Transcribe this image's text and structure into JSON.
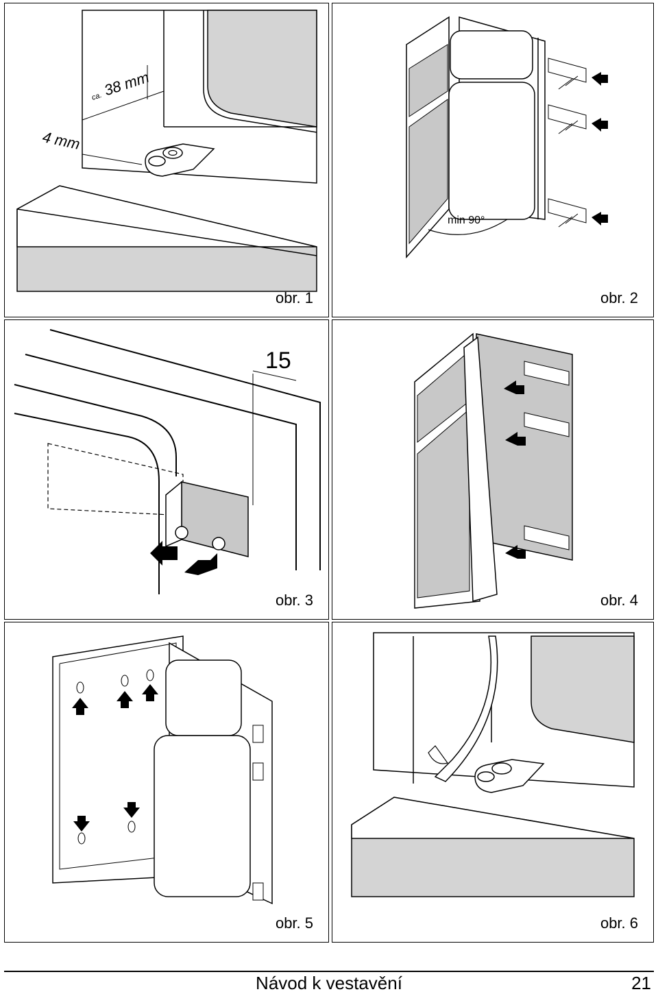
{
  "figures": [
    {
      "caption": "obr. 1",
      "labels": {
        "dim_a": "38 mm",
        "dim_a_prefix": "ca.",
        "dim_b": "4 mm"
      }
    },
    {
      "caption": "obr. 2",
      "labels": {
        "angle": "min 90°"
      }
    },
    {
      "caption": "obr. 3",
      "labels": {
        "dim": "15"
      }
    },
    {
      "caption": "obr. 4",
      "labels": {}
    },
    {
      "caption": "obr. 5",
      "labels": {}
    },
    {
      "caption": "obr. 6",
      "labels": {}
    }
  ],
  "footer": {
    "title": "Návod k vestavění",
    "page_number": "21"
  },
  "colors": {
    "line": "#000000",
    "wall_grey": "#d4d4d4",
    "panel_grey": "#c8c8c8",
    "door_white": "#ffffff",
    "arrow": "#000000"
  }
}
